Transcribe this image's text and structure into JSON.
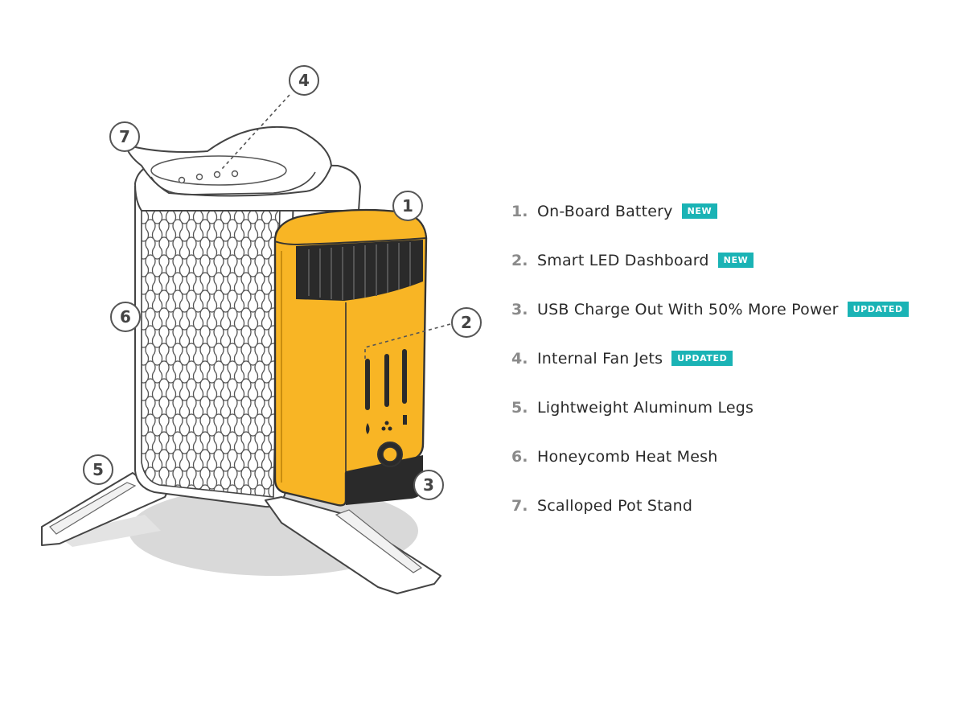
{
  "callouts": [
    "1",
    "2",
    "3",
    "4",
    "5",
    "6",
    "7"
  ],
  "features": [
    {
      "number": "1.",
      "label": "On-Board Battery",
      "badge": "NEW"
    },
    {
      "number": "2.",
      "label": "Smart LED Dashboard",
      "badge": "NEW"
    },
    {
      "number": "3.",
      "label": "USB Charge Out With 50% More Power",
      "badge": "UPDATED"
    },
    {
      "number": "4.",
      "label": "Internal Fan Jets",
      "badge": "UPDATED"
    },
    {
      "number": "5.",
      "label": "Lightweight Aluminum Legs",
      "badge": ""
    },
    {
      "number": "6.",
      "label": "Honeycomb Heat Mesh",
      "badge": ""
    },
    {
      "number": "7.",
      "label": "Scalloped Pot Stand",
      "badge": ""
    }
  ],
  "colors": {
    "accent_yellow": "#f8b525",
    "badge_teal": "#1ab3b5",
    "outline": "#444444",
    "shadow": "#d9d9d9"
  }
}
